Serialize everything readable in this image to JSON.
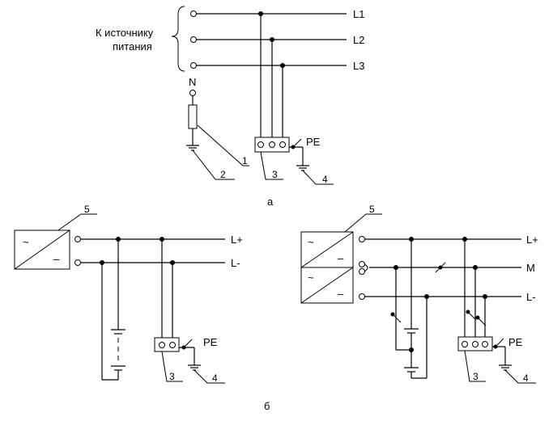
{
  "diagram_a": {
    "source_label_line1": "К источнику",
    "source_label_line2": "питания",
    "line_L1": "L1",
    "line_L2": "L2",
    "line_L3": "L3",
    "neutral": "N",
    "pe": "PE",
    "callout_1": "1",
    "callout_2": "2",
    "callout_3": "3",
    "callout_4": "4",
    "caption": "а"
  },
  "diagram_b_left": {
    "callout_5": "5",
    "line_Lplus": "L+",
    "line_Lminus": "L-",
    "ac_symbol": "~",
    "dc_symbol": "–",
    "pe": "PE",
    "callout_3": "3",
    "callout_4": "4"
  },
  "diagram_b_right": {
    "callout_5": "5",
    "line_Lplus": "L+",
    "line_M": "M",
    "line_Lminus": "L-",
    "ac_symbol_top": "~",
    "dc_symbol_top": "–",
    "ac_symbol_bottom": "~",
    "dc_symbol_bottom": "–",
    "pe": "PE",
    "callout_3": "3",
    "callout_4": "4"
  },
  "caption_b": "б"
}
